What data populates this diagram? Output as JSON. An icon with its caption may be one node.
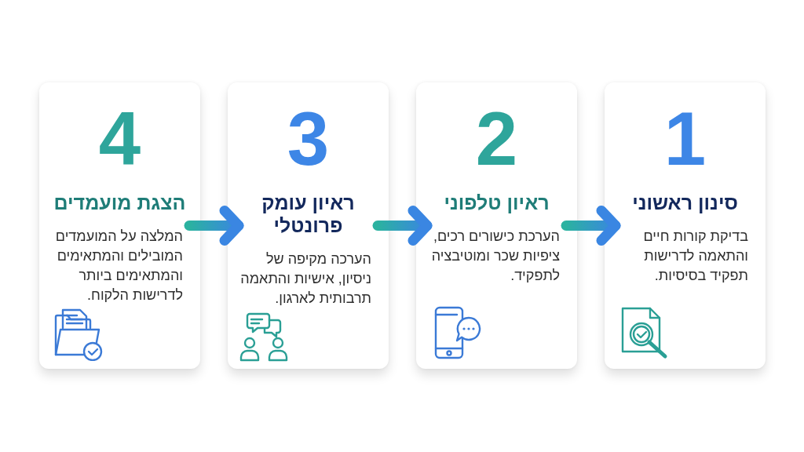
{
  "diagram": {
    "nodes": [
      {
        "text": [
          "1",
          "סינון ראשוני",
          "בדיקת קורות חיים והתאמה לדרישות תפקיד בסיסיות."
        ]
      },
      {
        "text": [
          "2",
          "ראיון טלפוני",
          "הערכת כישורים רכים, ציפיות שכר ומוטיבציה לתפקיד."
        ]
      },
      {
        "text": [
          "3",
          "ראיון עומק פרונטלי",
          "הערכה מקיפה של ניסיון, אישיות והתאמה תרבותית לארגון."
        ]
      },
      {
        "text": [
          "4",
          "הצגת מועמדים",
          "המלצה על המועמדים המובילים והמתאימים והמתאימים ביותר לדרישות הלקוח."
        ]
      }
    ],
    "edges": [
      {
        "from": 1,
        "to": 0,
        "arrow": "to"
      },
      {
        "from": 2,
        "to": 1,
        "arrow": "to"
      },
      {
        "from": 3,
        "to": 2,
        "arrow": "to"
      }
    ]
  }
}
